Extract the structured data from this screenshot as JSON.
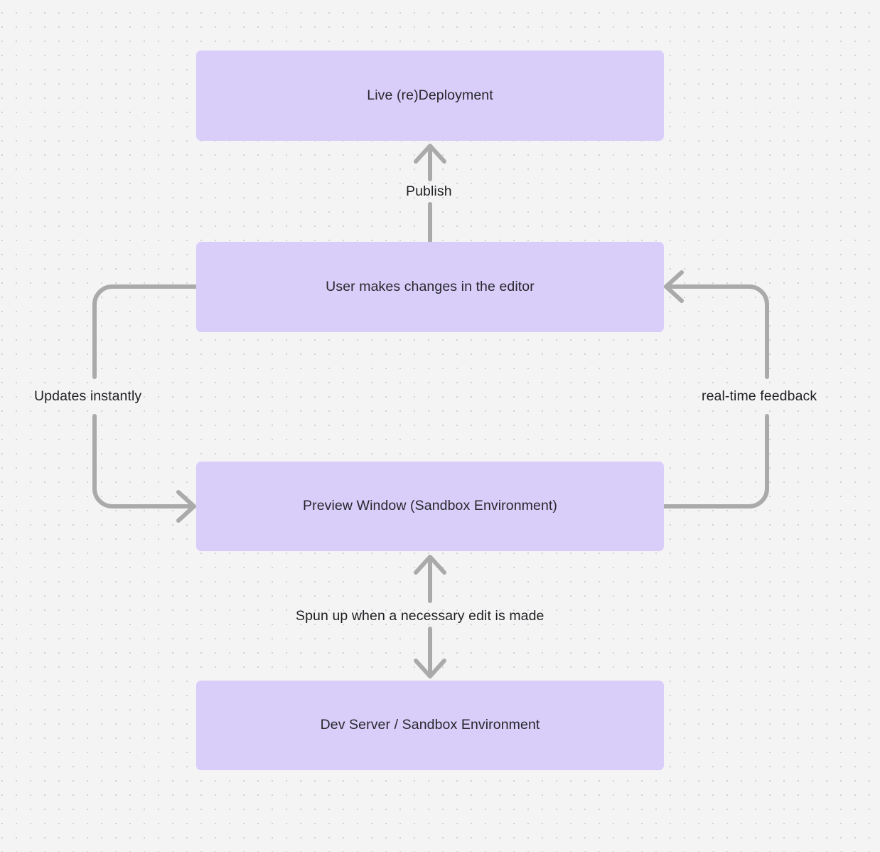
{
  "diagram": {
    "type": "flowchart",
    "background_color": "#f4f4f5",
    "node_fill_color": "#d9cdfa",
    "edge_color": "#aaaaaa",
    "text_color": "#27282c",
    "nodes": [
      {
        "id": "deploy",
        "label": "Live (re)Deployment"
      },
      {
        "id": "editor",
        "label": "User makes changes in the editor"
      },
      {
        "id": "preview",
        "label": "Preview Window (Sandbox Environment)"
      },
      {
        "id": "devserver",
        "label": "Dev Server / Sandbox Environment"
      }
    ],
    "edges": [
      {
        "id": "publish",
        "from": "editor",
        "to": "deploy",
        "label": "Publish",
        "direction": "up"
      },
      {
        "id": "updates",
        "from": "editor",
        "to": "preview",
        "label": "Updates instantly",
        "direction": "left-loop-down"
      },
      {
        "id": "realtime",
        "from": "preview",
        "to": "editor",
        "label": "real-time feedback",
        "direction": "right-loop-up"
      },
      {
        "id": "spunup",
        "from": "preview",
        "to": "devserver",
        "label": "Spun up when a necessary edit is made",
        "direction": "bidirectional-vertical"
      }
    ]
  }
}
